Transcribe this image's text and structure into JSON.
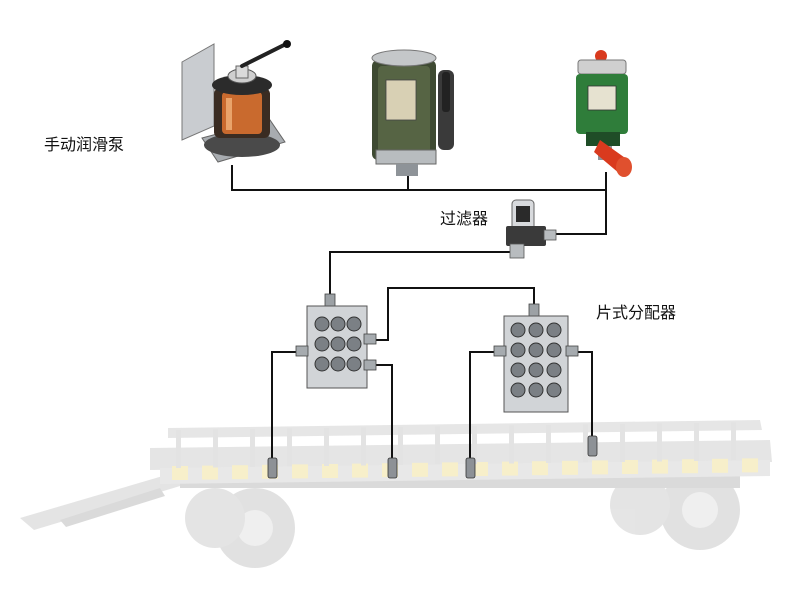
{
  "labels": {
    "manual_pump": "手动润滑泵",
    "filter": "过滤器",
    "divider_valve": "片式分配器"
  },
  "colors": {
    "pipe": "#111111",
    "pump_green": "#2f7d3a",
    "pump_red": "#d93a1e",
    "metal": "#bfc3c6",
    "trailer_gray": "#d9d9d9",
    "hazard_yellow": "#f1e3a0"
  }
}
